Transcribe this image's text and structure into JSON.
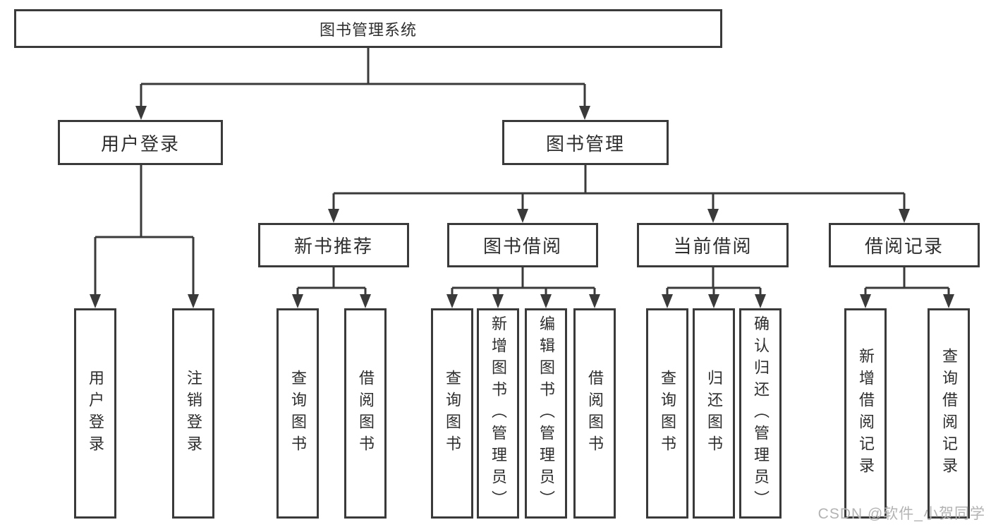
{
  "diagram": {
    "watermark": "CSDN @软件_小贺同学",
    "colors": {
      "line": "#3a3a3a",
      "box_border": "#3a3a3a",
      "text": "#2e2e2e",
      "watermark_text": "#b3b3b3",
      "background": "#ffffff"
    },
    "tree": {
      "label": "图书管理系统",
      "children": [
        {
          "label": "用户登录",
          "children": [
            {
              "label": "用户登录"
            },
            {
              "label": "注销登录"
            }
          ]
        },
        {
          "label": "图书管理",
          "children": [
            {
              "label": "新书推荐",
              "children": [
                {
                  "label": "查询图书"
                },
                {
                  "label": "借阅图书"
                }
              ]
            },
            {
              "label": "图书借阅",
              "children": [
                {
                  "label": "查询图书"
                },
                {
                  "label": "新增图书（管理员）"
                },
                {
                  "label": "编辑图书（管理员）"
                },
                {
                  "label": "借阅图书"
                }
              ]
            },
            {
              "label": "当前借阅",
              "children": [
                {
                  "label": "查询图书"
                },
                {
                  "label": "归还图书"
                },
                {
                  "label": "确认归还（管理员）"
                }
              ]
            },
            {
              "label": "借阅记录",
              "children": [
                {
                  "label": "新增借阅记录"
                },
                {
                  "label": "查询借阅记录"
                }
              ]
            }
          ]
        }
      ]
    }
  }
}
